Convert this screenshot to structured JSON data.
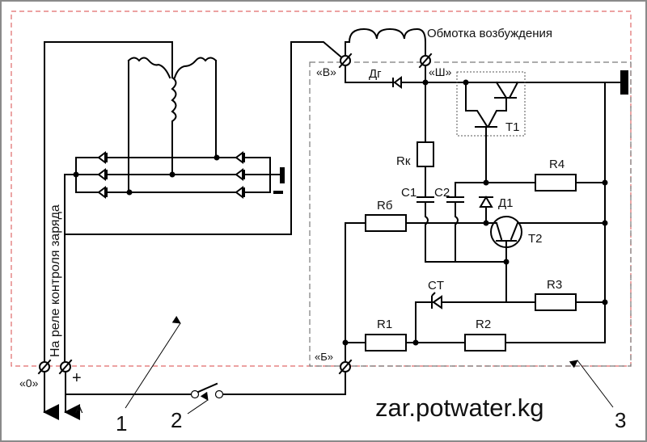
{
  "diagram": {
    "title": "Схема подключения реле-регулятора генератора",
    "watermark": "zar.potwater.kg",
    "colors": {
      "line": "#000000",
      "frame_generator": "#e06a6a",
      "frame_regulator": "#7a7a7a",
      "background": "#ffffff"
    },
    "labels": {
      "field_winding": "Обмотка возбуждения",
      "relay_wire": "На реле контроля заряда",
      "terminal_B": "«В»",
      "terminal_Sh": "«Ш»",
      "terminal_Bat": "«Б»",
      "terminal_0": "«0»",
      "plus": "+",
      "minus": "−",
      "battery_A": "A"
    },
    "components": {
      "Dg": "Дг",
      "Rk": "Rк",
      "C1": "C1",
      "C2": "C2",
      "R4": "R4",
      "D1": "Д1",
      "Rb": "Rб",
      "T1": "T1",
      "T2": "T2",
      "CT": "CT",
      "R3": "R3",
      "R1": "R1",
      "R2": "R2"
    },
    "callouts": [
      "1",
      "2",
      "3"
    ]
  }
}
